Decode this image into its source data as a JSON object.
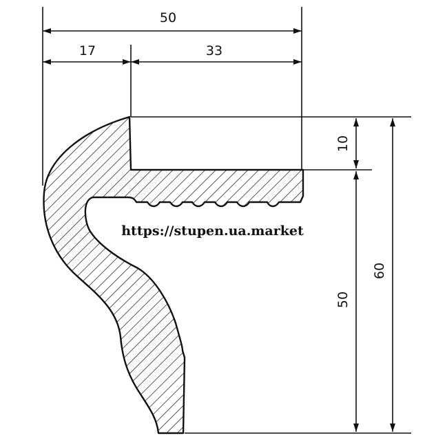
{
  "dimensions": {
    "overall_width": "50",
    "left_part_width": "17",
    "right_part_width": "33",
    "thickness": "10",
    "depth": "50",
    "total_height": "60"
  },
  "watermark": "https://stupen.ua.market",
  "colors": {
    "line": "#111111",
    "background": "#ffffff"
  }
}
